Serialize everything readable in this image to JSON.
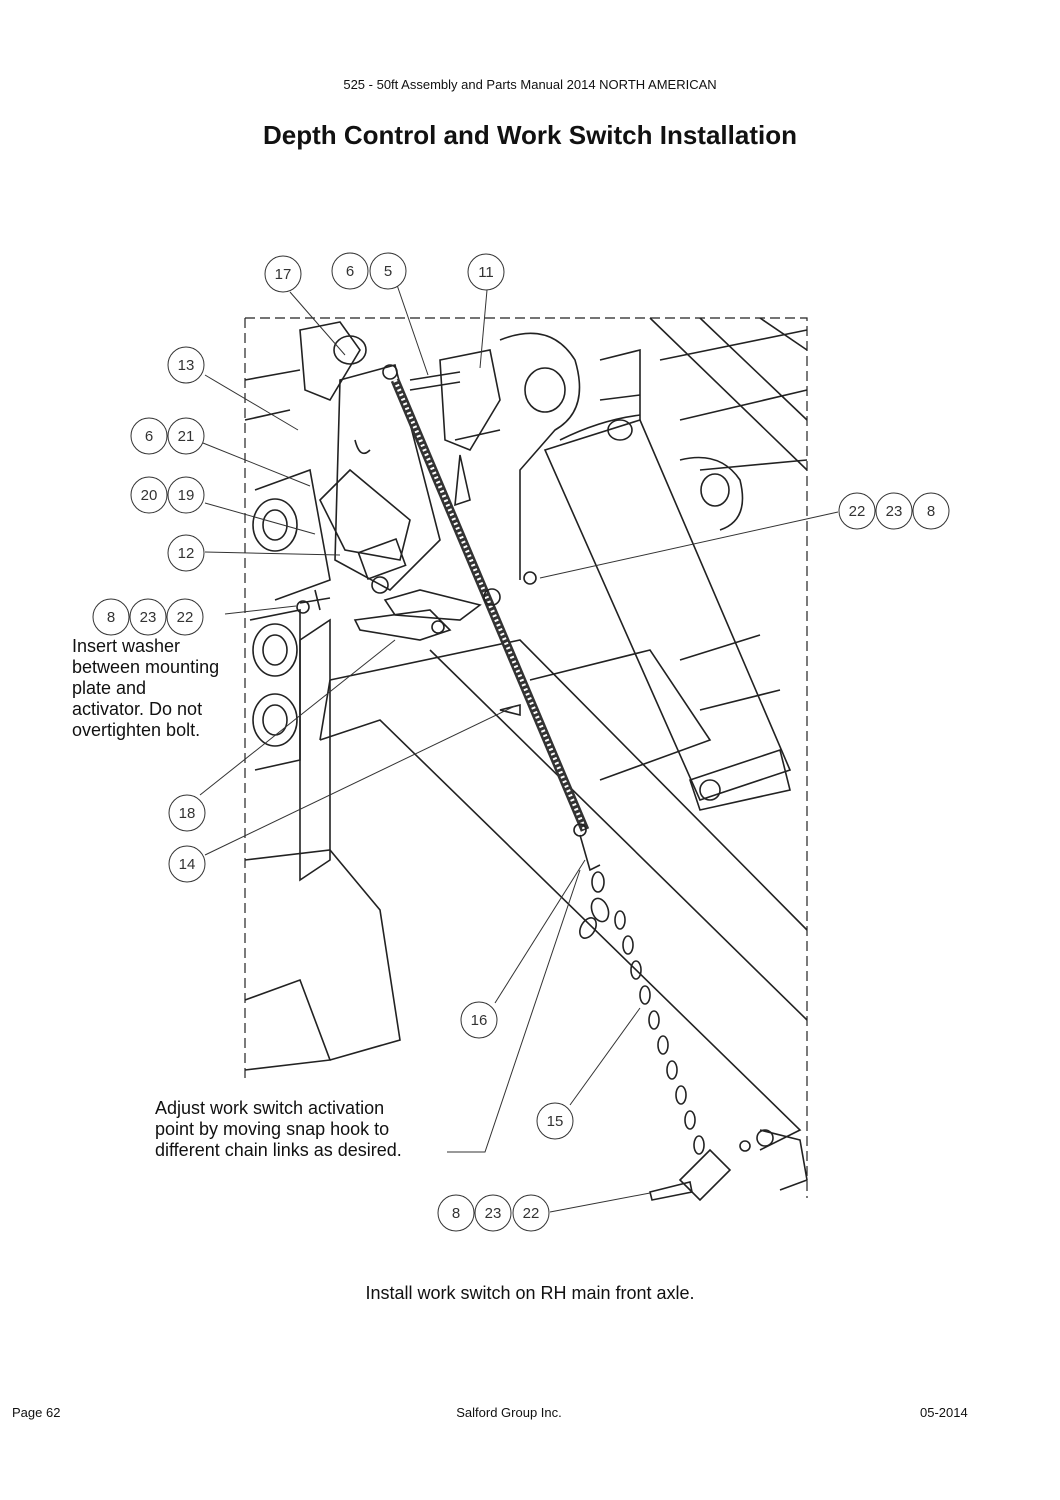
{
  "header": {
    "manual_title": "525 - 50ft Assembly and Parts Manual 2014 NORTH AMERICAN",
    "page_title": "Depth Control and Work Switch Installation"
  },
  "callouts": [
    {
      "id": "17"
    },
    {
      "id": "6"
    },
    {
      "id": "5"
    },
    {
      "id": "11"
    },
    {
      "id": "13"
    },
    {
      "id": "6"
    },
    {
      "id": "21"
    },
    {
      "id": "20"
    },
    {
      "id": "19"
    },
    {
      "id": "12"
    },
    {
      "id": "8"
    },
    {
      "id": "23"
    },
    {
      "id": "22"
    },
    {
      "id": "22"
    },
    {
      "id": "23"
    },
    {
      "id": "8"
    },
    {
      "id": "18"
    },
    {
      "id": "14"
    },
    {
      "id": "16"
    },
    {
      "id": "15"
    },
    {
      "id": "8"
    },
    {
      "id": "23"
    },
    {
      "id": "22"
    }
  ],
  "notes": {
    "washer_note": "Insert washer\nbetween mounting\nplate and\nactivator. Do not\novertighten bolt.",
    "chain_note": "Adjust work switch activation\npoint by moving snap hook to\ndifferent chain links as desired."
  },
  "caption": "Install work switch on RH main front axle.",
  "footer": {
    "page": "Page 62",
    "company": "Salford Group Inc.",
    "date": "05-2014"
  }
}
